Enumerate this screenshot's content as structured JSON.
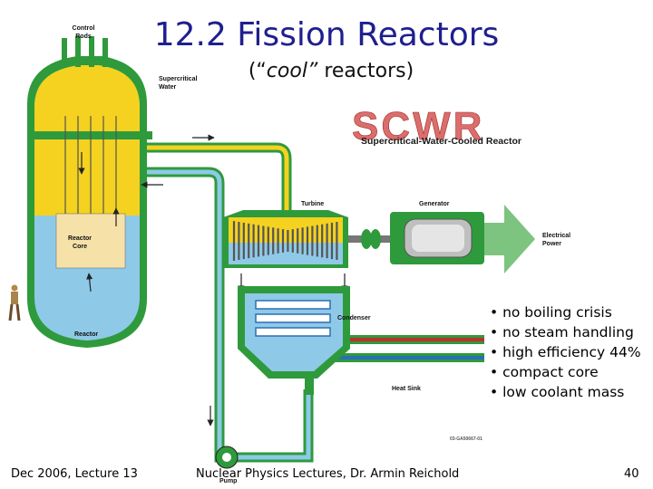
{
  "slide": {
    "title_prefix": "12.2 Fission Reactors",
    "subtitle_open": "(“",
    "subtitle_italic": "cool”",
    "subtitle_rest": " reactors)",
    "bullets": [
      "no boiling crisis",
      "no steam handling",
      "high efficiency 44%",
      "compact core",
      "low coolant mass"
    ],
    "footer_left": "Dec 2006, Lecture 13",
    "footer_center": "Nuclear Physics Lectures, Dr. Armin Reichold",
    "footer_right": "40"
  },
  "diagram": {
    "logo": "SCWR",
    "logo_subtitle": "Supercritical-Water-Cooled Reactor",
    "labels": {
      "control_rods": "Control\nRods",
      "supercritical_water": "Supercritical\nWater",
      "reactor_core": "Reactor\nCore",
      "reactor": "Reactor",
      "turbine": "Turbine",
      "generator": "Generator",
      "electrical_power": "Electrical\nPower",
      "condenser": "Condenser",
      "heat_sink": "Heat Sink",
      "pump": "Pump",
      "figure_id": "03-GA50667-01"
    }
  },
  "colors": {
    "title": "#1f1f8f",
    "vessel_green": "#2e9a3c",
    "hot_yellow": "#f4d21f",
    "cool_blue": "#8fc9e8",
    "core_beige": "#f6e1a8",
    "pipe_red": "#c0302c",
    "logo_red": "#d24a48"
  }
}
